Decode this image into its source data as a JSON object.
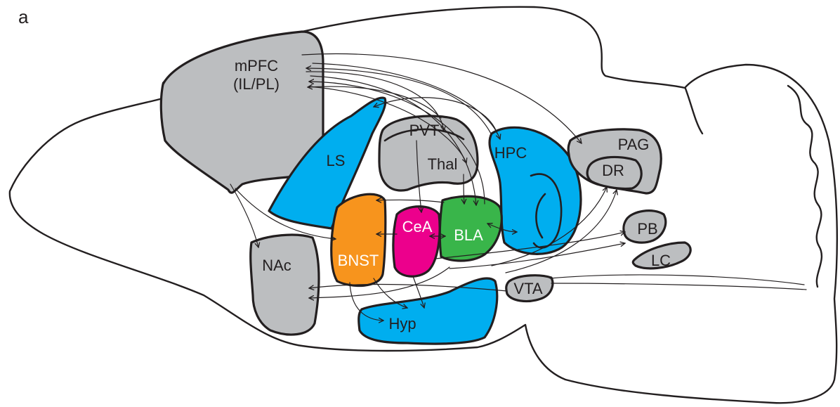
{
  "panel_label": "a",
  "colors": {
    "gray": "#bcbec0",
    "blue": "#00aeef",
    "orange": "#f7941d",
    "magenta": "#ec008c",
    "green": "#39b54a",
    "outline": "#231f20"
  },
  "regions": {
    "mpfc": {
      "name": "mPFC",
      "subname": "(IL/PL)"
    },
    "ls": {
      "name": "LS"
    },
    "pvt": {
      "name": "PVT"
    },
    "thal": {
      "name": "Thal"
    },
    "hpc": {
      "name": "HPC"
    },
    "pag": {
      "name": "PAG"
    },
    "dr": {
      "name": "DR"
    },
    "pb": {
      "name": "PB"
    },
    "lc": {
      "name": "LC"
    },
    "bnst": {
      "name": "BNST"
    },
    "cea": {
      "name": "CeA"
    },
    "bla": {
      "name": "BLA"
    },
    "nac": {
      "name": "NAc"
    },
    "vta": {
      "name": "VTA"
    },
    "hyp": {
      "name": "Hyp"
    }
  }
}
